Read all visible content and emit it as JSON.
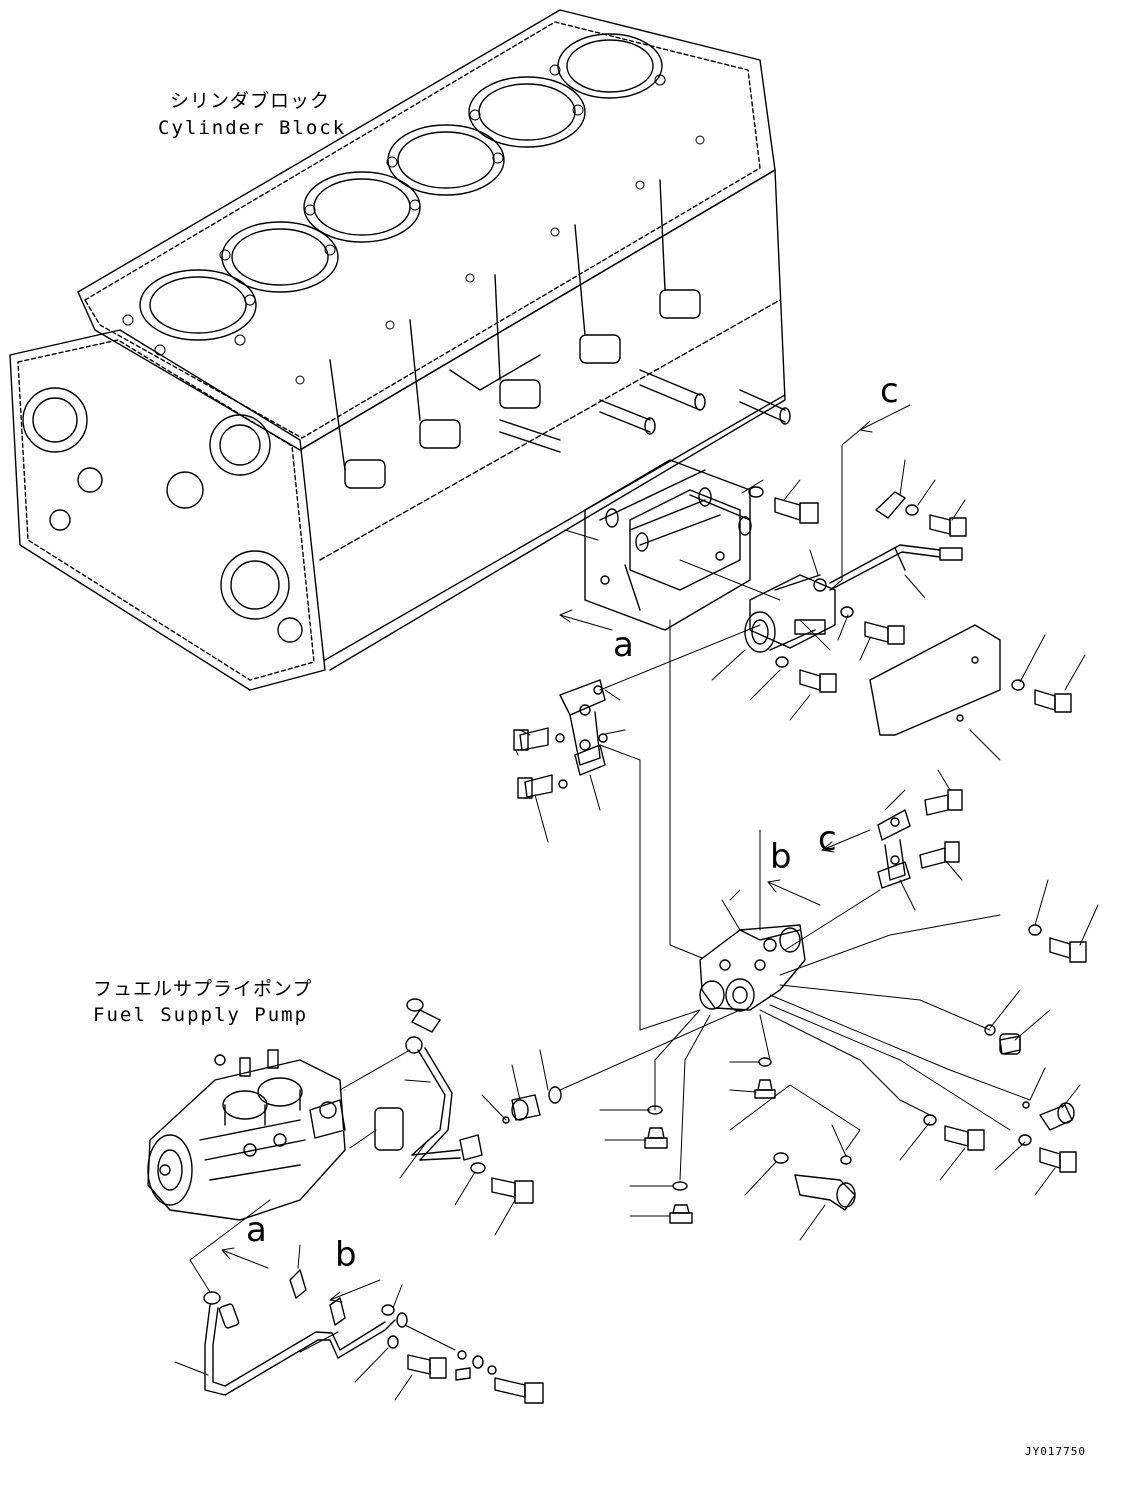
{
  "labels": {
    "cylinder_block_jp": "シリンダブロック",
    "cylinder_block_en": "Cylinder Block",
    "fuel_pump_jp": "フュエルサプライポンプ",
    "fuel_pump_en": "Fuel Supply Pump",
    "drawing_code": "JY017750"
  },
  "arrow_refs": {
    "c_top": "c",
    "a_mid": "a",
    "b_mid": "b",
    "c_mid": "c",
    "a_low": "a",
    "b_low": "b"
  },
  "colors": {
    "line": "#000000",
    "background": "#ffffff"
  }
}
